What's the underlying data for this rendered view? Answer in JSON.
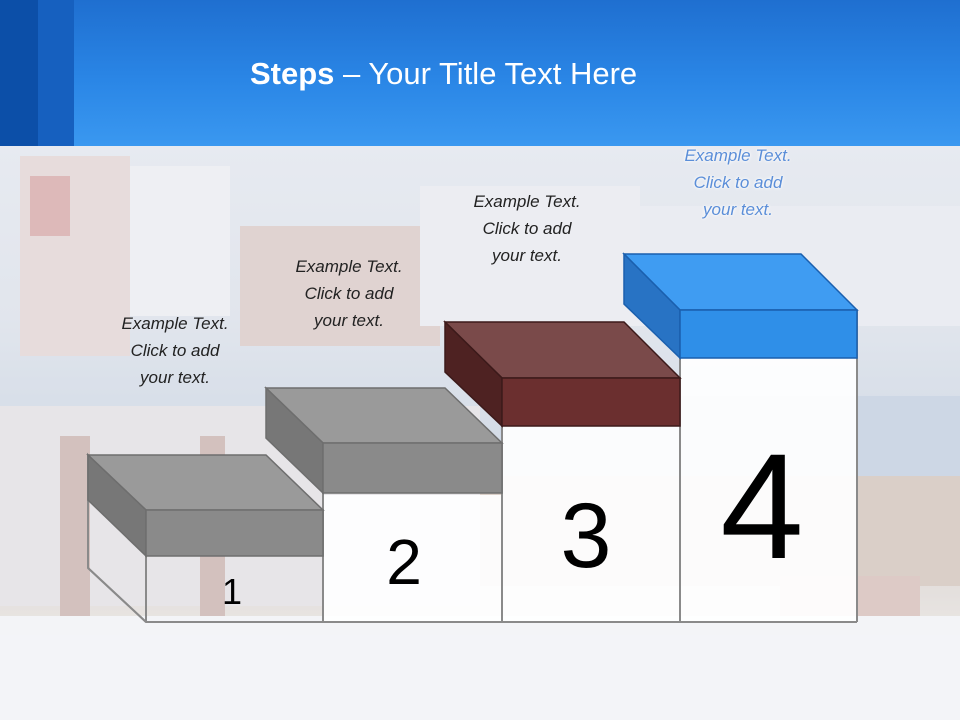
{
  "title": {
    "bold": "Steps",
    "rest": " – Your Title Text Here"
  },
  "steps": [
    {
      "number": "1",
      "lines": [
        "Example Text.",
        "Click  to add",
        "your text."
      ],
      "color": "#8f8f8f"
    },
    {
      "number": "2",
      "lines": [
        "Example Text.",
        "Click  to add",
        "your text."
      ],
      "color": "#8f8f8f"
    },
    {
      "number": "3",
      "lines": [
        "Example Text.",
        "Click  to add",
        "your text."
      ],
      "color": "#6b2f2f"
    },
    {
      "number": "4",
      "lines": [
        "Example Text.",
        "Click  to add",
        "your text."
      ],
      "color": "#2f8fe8"
    }
  ],
  "colors": {
    "header": "#2a86e6",
    "grey_block": "#8f8f8f",
    "red_block": "#6b2f2f",
    "blue_block": "#2f8fe8"
  }
}
